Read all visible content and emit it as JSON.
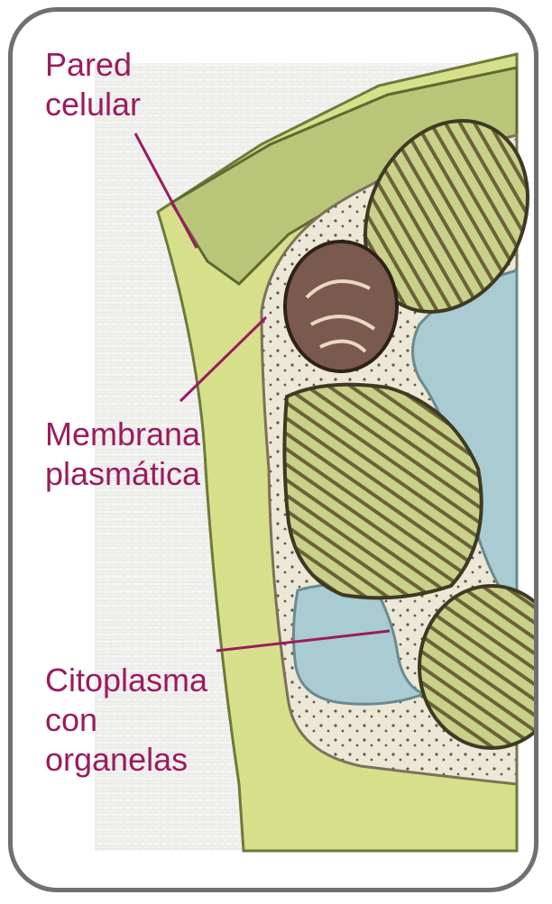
{
  "diagram": {
    "labels": {
      "cell_wall": [
        "Pared",
        "celular"
      ],
      "plasma_membrane": [
        "Membrana",
        "plasmática"
      ],
      "cytoplasm": [
        "Citoplasma",
        "con",
        "organelas"
      ]
    },
    "colors": {
      "label_text": "#9c1b5e",
      "frame_border": "#707070",
      "cell_wall_fill": "#d6e08a",
      "vacuole_fill": "#a9cbd2",
      "cytoplasm_fill": "#ece7d6"
    }
  }
}
